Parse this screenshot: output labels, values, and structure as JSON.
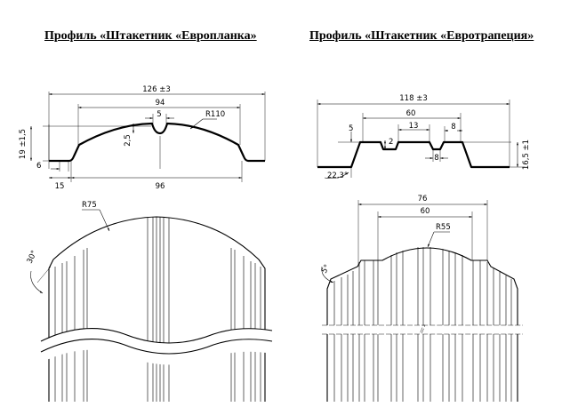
{
  "titles": {
    "left": "Профиль «Штакетник «Европланка»",
    "right": "Профиль «Штакетник «Евротрапеция»"
  },
  "left_profile": {
    "overall_width": "126 ±3",
    "top_width": "94",
    "center_notch": "5",
    "radius": "R110",
    "height": "19 ±1,5",
    "notch_depth": "2,5",
    "flange": "6",
    "flange_offset": "15",
    "base_width": "96"
  },
  "right_profile": {
    "overall_width": "118 ±3",
    "top_width": "60",
    "step_left": "5",
    "step_depth": "2",
    "mid_width": "13",
    "step_right": "8",
    "bottom_width": "8",
    "height": "16,5 ±1",
    "angle": "22,3°"
  },
  "left_view": {
    "radius": "R75",
    "angle": "30°"
  },
  "right_view": {
    "outer_width": "76",
    "inner_width": "60",
    "radius": "R55",
    "angle": "5°"
  }
}
